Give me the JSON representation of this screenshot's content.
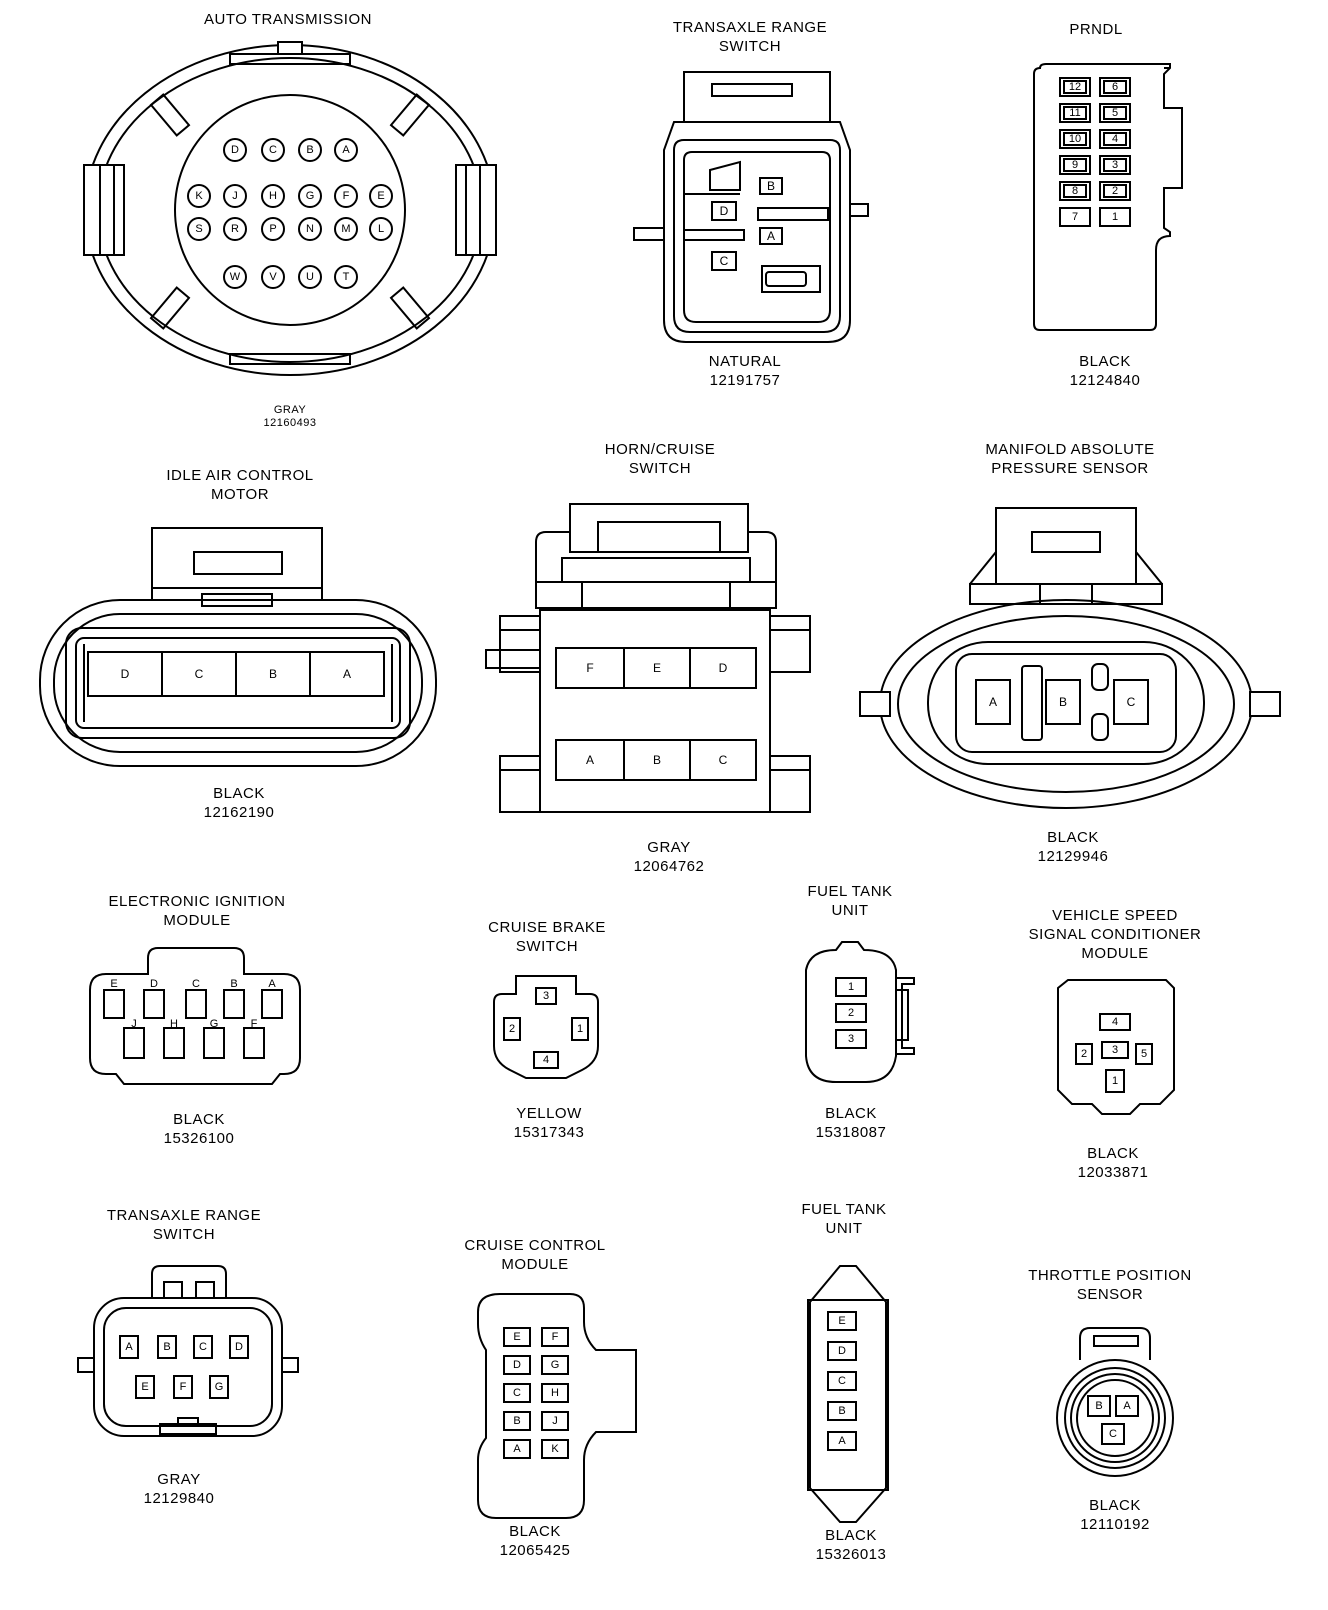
{
  "connectors": [
    {
      "id": "auto-transmission",
      "title": [
        "AUTO TRANSMISSION"
      ],
      "color": "GRAY",
      "part": "12160493",
      "pins": [
        "D",
        "C",
        "B",
        "A",
        "K",
        "J",
        "H",
        "G",
        "F",
        "E",
        "S",
        "R",
        "P",
        "N",
        "M",
        "L",
        "W",
        "V",
        "U",
        "T"
      ]
    },
    {
      "id": "transaxle-range-switch-1",
      "title": [
        "TRANSAXLE RANGE",
        "SWITCH"
      ],
      "color": "NATURAL",
      "part": "12191757",
      "pins": [
        "B",
        "D",
        "A",
        "C"
      ]
    },
    {
      "id": "prndl",
      "title": [
        "PRNDL"
      ],
      "color": "BLACK",
      "part": "12124840",
      "pins": [
        "12",
        "6",
        "11",
        "5",
        "10",
        "4",
        "9",
        "3",
        "8",
        "2",
        "7",
        "1"
      ]
    },
    {
      "id": "idle-air-control-motor",
      "title": [
        "IDLE AIR CONTROL",
        "MOTOR"
      ],
      "color": "BLACK",
      "part": "12162190",
      "pins": [
        "D",
        "C",
        "B",
        "A"
      ]
    },
    {
      "id": "horn-cruise-switch",
      "title": [
        "HORN/CRUISE",
        "SWITCH"
      ],
      "color": "GRAY",
      "part": "12064762",
      "pins": [
        "F",
        "E",
        "D",
        "A",
        "B",
        "C"
      ]
    },
    {
      "id": "manifold-absolute-pressure-sensor",
      "title": [
        "MANIFOLD ABSOLUTE",
        "PRESSURE SENSOR"
      ],
      "color": "BLACK",
      "part": "12129946",
      "pins": [
        "A",
        "B",
        "C"
      ]
    },
    {
      "id": "electronic-ignition-module",
      "title": [
        "ELECTRONIC IGNITION",
        "MODULE"
      ],
      "color": "BLACK",
      "part": "15326100",
      "pins": [
        "E",
        "D",
        "C",
        "B",
        "A",
        "J",
        "H",
        "G",
        "F"
      ]
    },
    {
      "id": "cruise-brake-switch",
      "title": [
        "CRUISE BRAKE",
        "SWITCH"
      ],
      "color": "YELLOW",
      "part": "15317343",
      "pins": [
        "3",
        "2",
        "1",
        "4"
      ]
    },
    {
      "id": "fuel-tank-unit-1",
      "title": [
        "FUEL TANK",
        "UNIT"
      ],
      "color": "BLACK",
      "part": "15318087",
      "pins": [
        "1",
        "2",
        "3"
      ]
    },
    {
      "id": "vehicle-speed-signal-conditioner-module",
      "title": [
        "VEHICLE SPEED",
        "SIGNAL CONDITIONER",
        "MODULE"
      ],
      "color": "BLACK",
      "part": "12033871",
      "pins": [
        "4",
        "2",
        "3",
        "5",
        "1"
      ]
    },
    {
      "id": "transaxle-range-switch-2",
      "title": [
        "TRANSAXLE RANGE",
        "SWITCH"
      ],
      "color": "GRAY",
      "part": "12129840",
      "pins": [
        "A",
        "B",
        "C",
        "D",
        "E",
        "F",
        "G"
      ]
    },
    {
      "id": "cruise-control-module",
      "title": [
        "CRUISE CONTROL",
        "MODULE"
      ],
      "color": "BLACK",
      "part": "12065425",
      "pins": [
        "E",
        "F",
        "D",
        "G",
        "C",
        "H",
        "B",
        "J",
        "A",
        "K"
      ]
    },
    {
      "id": "fuel-tank-unit-2",
      "title": [
        "FUEL TANK",
        "UNIT"
      ],
      "color": "BLACK",
      "part": "15326013",
      "pins": [
        "E",
        "D",
        "C",
        "B",
        "A"
      ]
    },
    {
      "id": "throttle-position-sensor",
      "title": [
        "THROTTLE POSITION",
        "SENSOR"
      ],
      "color": "BLACK",
      "part": "12110192",
      "pins": [
        "B",
        "A",
        "C"
      ]
    }
  ]
}
